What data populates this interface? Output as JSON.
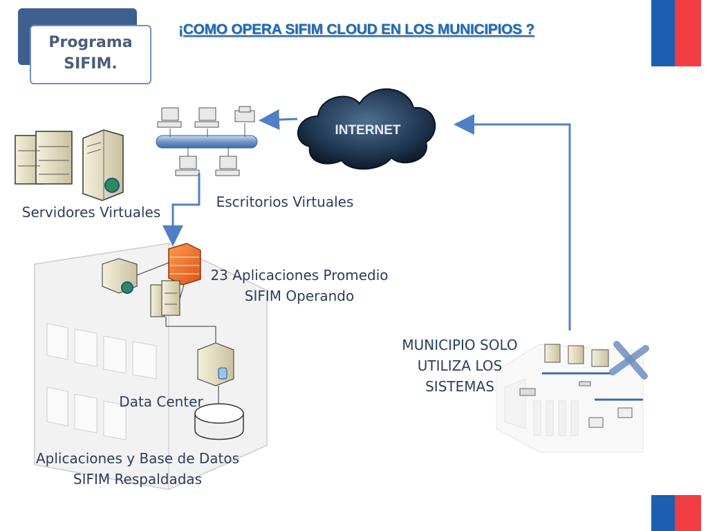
{
  "header": {
    "program_line1": "Programa",
    "program_line2": "SIFIM.",
    "title": "¡COMO OPERA SIFIM CLOUD EN LOS MUNICIPIOS ?"
  },
  "diagram": {
    "internet_label": "INTERNET",
    "servidores_label": "Servidores Virtuales",
    "escritorios_label": "Escritorios Virtuales",
    "aplicaciones_line1": "23 Aplicaciones Promedio",
    "aplicaciones_line2": "SIFIM Operando",
    "datacenter_label": "Data Center",
    "respaldo_line1": "Aplicaciones y Base de Datos",
    "respaldo_line2": "SIFIM Respaldadas",
    "municipio_line1": "MUNICIPIO SOLO",
    "municipio_line2": "UTILIZA LOS",
    "municipio_line3": "SISTEMAS"
  },
  "colors": {
    "title": "#1c6bb5",
    "label": "#2b3d5c",
    "arrow": "#4f7fc4",
    "flag_blue": "#1d5fb0",
    "flag_red": "#ef3d42"
  }
}
